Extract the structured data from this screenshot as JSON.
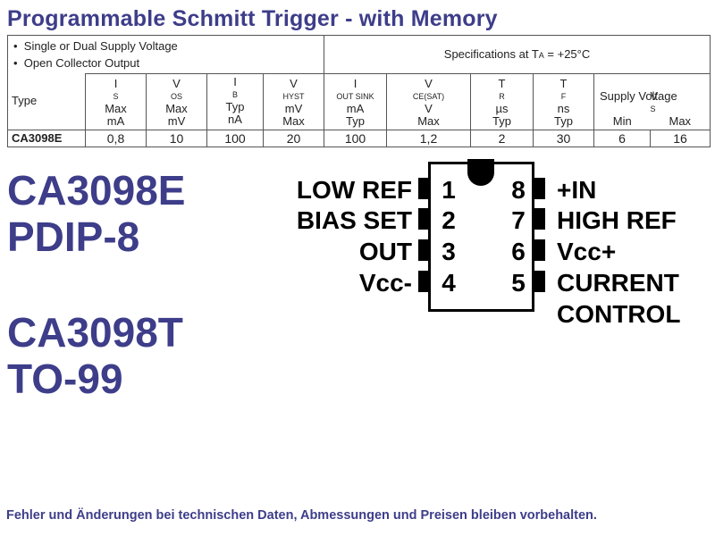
{
  "title": "Programmable Schmitt Trigger - with Memory",
  "features": [
    "Single or Dual Supply Voltage",
    "Open Collector Output"
  ],
  "spec_note": "Specifications at T",
  "spec_note_sub": "A",
  "spec_note_rest": " = +25°C",
  "columns": {
    "type": "Type",
    "is": {
      "sym": "I",
      "sub": "S",
      "line2": "Max",
      "unit": "mA"
    },
    "vos": {
      "sym": "V",
      "sub": "OS",
      "line2": "Max",
      "unit": "mV"
    },
    "ib": {
      "sym": "I",
      "sub": "B",
      "after": " Typ",
      "unit": "nA"
    },
    "vhyst": {
      "sym": "V",
      "sub": "HYST",
      "line2": "mV",
      "unit": "Max"
    },
    "iout": {
      "sym": "I",
      "sub": "OUT SINK",
      "line2": "mA",
      "unit": "Typ"
    },
    "vce": {
      "sym": "V",
      "sub": "CE(SAT)",
      "line2": "V",
      "unit": "Max"
    },
    "tr": {
      "sym": "T",
      "sub": "R",
      "line2": "µs",
      "unit": "Typ"
    },
    "tf": {
      "sym": "T",
      "sub": "F",
      "line2": "ns",
      "unit": "Typ"
    },
    "supply": {
      "label": "Supply Voltage",
      "sym": "V",
      "sub": "S",
      "min": "Min",
      "max": "Max"
    }
  },
  "rows": [
    {
      "part": "CA3098E",
      "is": "0,8",
      "vos": "10",
      "ib": "100",
      "vhyst": "20",
      "iout": "100",
      "vce": "1,2",
      "tr": "2",
      "tf": "30",
      "vmin": "6",
      "vmax": "16"
    }
  ],
  "packages": [
    {
      "part": "CA3098E",
      "pkg": "PDIP-8"
    },
    {
      "part": "CA3098T",
      "pkg": "TO-99"
    }
  ],
  "pinout": {
    "left": [
      {
        "num": "1",
        "label": "LOW REF"
      },
      {
        "num": "2",
        "label": "BIAS SET"
      },
      {
        "num": "3",
        "label": "OUT"
      },
      {
        "num": "4",
        "label": "Vcc-"
      }
    ],
    "right": [
      {
        "num": "8",
        "label": "+IN"
      },
      {
        "num": "7",
        "label": "HIGH REF"
      },
      {
        "num": "6",
        "label": "Vcc+"
      },
      {
        "num": "5",
        "label": "CURRENT",
        "label2": "CONTROL"
      }
    ]
  },
  "footer": "Fehler und Änderungen bei technischen Daten, Abmessungen und Preisen bleiben vorbehalten.",
  "colors": {
    "heading": "#3d3d8a",
    "text": "#000000",
    "table_text": "#222222"
  }
}
